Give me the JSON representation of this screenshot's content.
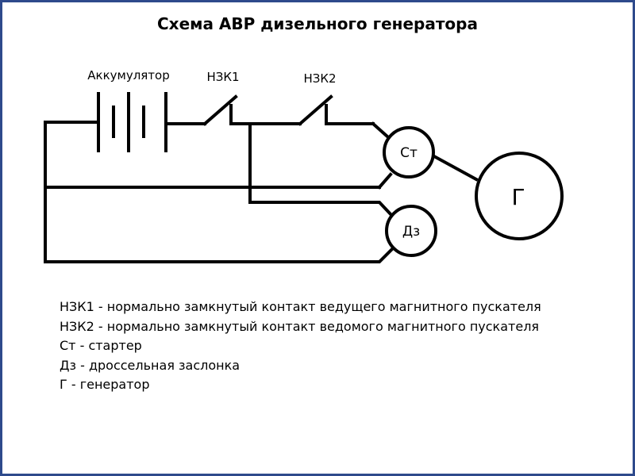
{
  "title": "Схема АВР дизельного генератора",
  "labels": {
    "battery": "Аккумулятор",
    "nzk1": "НЗК1",
    "nzk2": "НЗК2",
    "starter": "Ст",
    "throttle": "Дз",
    "generator": "Г"
  },
  "legend": [
    "НЗК1 - нормально замкнутый контакт ведущего магнитного пускателя",
    "НЗК2 - нормально замкнутый контакт ведомого магнитного пускателя",
    "Ст - стартер",
    "Дз - дроссельная заслонка",
    "Г - генератор"
  ],
  "colors": {
    "border": "#2e4a8c"
  }
}
